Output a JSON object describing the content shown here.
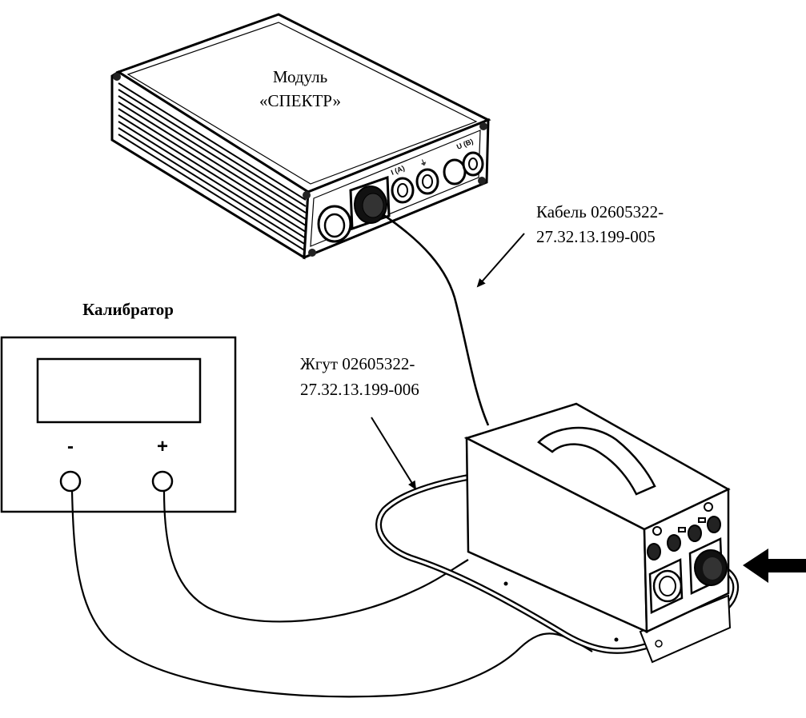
{
  "module": {
    "title_line1": "Модуль",
    "title_line2": "«СПЕКТР»",
    "port_current": "I (A)",
    "port_ground": "⏚",
    "port_voltage": "U (B)"
  },
  "calibrator": {
    "title": "Калибратор",
    "minus": "-",
    "plus": "+"
  },
  "cable": {
    "line1": "Кабель 02605322-",
    "line2": "27.32.13.199-005"
  },
  "harness": {
    "line1": "Жгут 02605322-",
    "line2": "27.32.13.199-006"
  }
}
